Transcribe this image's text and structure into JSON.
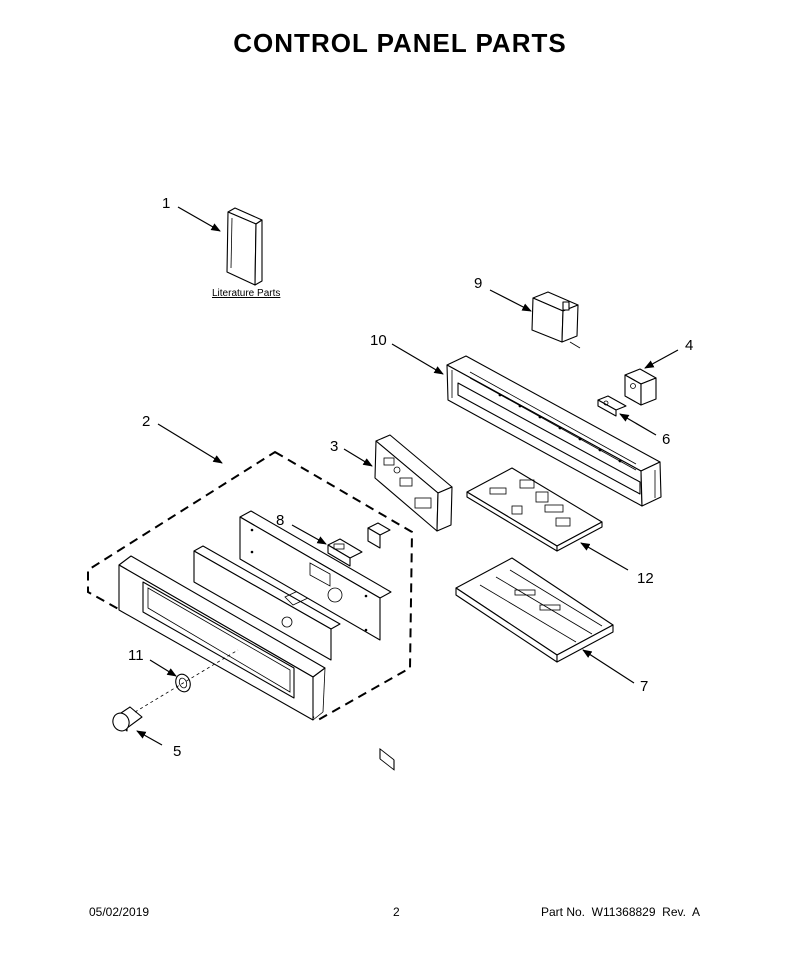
{
  "title": "CONTROL PANEL PARTS",
  "literature_label": "Literature Parts",
  "callouts": {
    "c1": "1",
    "c2": "2",
    "c3": "3",
    "c4": "4",
    "c5": "5",
    "c6": "6",
    "c7": "7",
    "c8": "8",
    "c9": "9",
    "c10": "10",
    "c11": "11",
    "c12": "12"
  },
  "footer": {
    "date": "05/02/2019",
    "page": "2",
    "part_no": "Part No.  W11368829  Rev.  A"
  }
}
